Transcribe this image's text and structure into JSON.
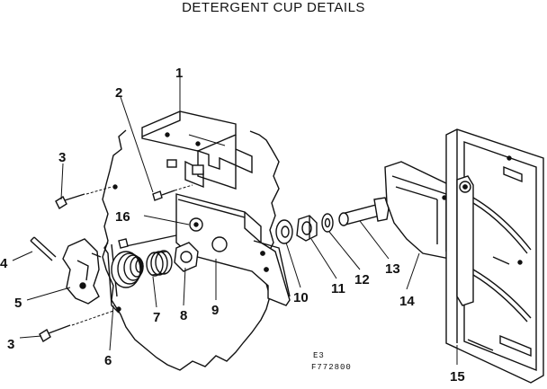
{
  "title": "DETERGENT CUP DETAILS",
  "callouts": {
    "p1": "1",
    "p2": "2",
    "p3a": "3",
    "p3b": "3",
    "p4": "4",
    "p5": "5",
    "p6": "6",
    "p7": "7",
    "p8": "8",
    "p9": "9",
    "p10": "10",
    "p11": "11",
    "p12": "12",
    "p13": "13",
    "p14": "14",
    "p15": "15",
    "p16": "16"
  },
  "drawing_code": "E3",
  "figure_number": "F772800"
}
